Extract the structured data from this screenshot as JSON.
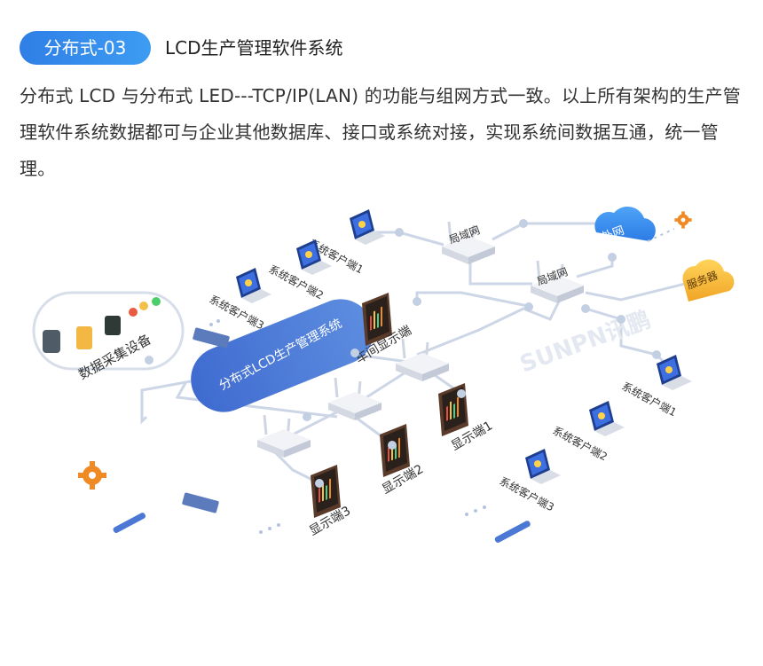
{
  "header": {
    "badge": "分布式-03",
    "title": "LCD生产管理软件系统"
  },
  "description": "分布式 LCD 与分布式 LED---TCP/IP(LAN) 的功能与组网方式一致。以上所有架构的生产管理软件系统数据都可与企业其他数据库、接口或系统对接，实现系统间数据互通，统一管理。",
  "diagram": {
    "core_label": "分布式LCD生产管理系统",
    "data_collection_label": "数据采集设备",
    "router_top_label": "局域网",
    "router_mid_label": "局域网",
    "cloud_label": "外网",
    "server_label": "服务器",
    "watermark": "SUNPN讯鹏",
    "left_clients": [
      {
        "label": "系统客户端1"
      },
      {
        "label": "系统客户端2"
      },
      {
        "label": "系统客户端3"
      }
    ],
    "right_clients": [
      {
        "label": "系统客户端1"
      },
      {
        "label": "系统客户端2"
      },
      {
        "label": "系统客户端3"
      }
    ],
    "displays": [
      {
        "label": "车间显示端"
      },
      {
        "label": "显示端1"
      },
      {
        "label": "显示端2"
      },
      {
        "label": "显示端3"
      }
    ],
    "colors": {
      "accent": "#2f7fe6",
      "core": "#4a78d4",
      "line": "#c9d3e3",
      "node": "#b5c4dd",
      "cloud": "#3b8ff0",
      "server": "#f4b93b",
      "gear": "#f08a24",
      "display_frame": "#5a3b2a"
    }
  }
}
